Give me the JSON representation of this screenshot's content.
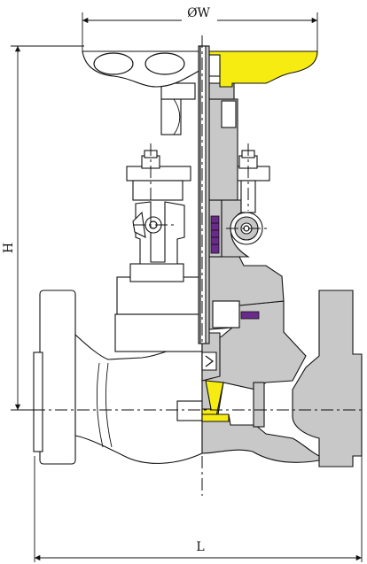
{
  "dimensions": {
    "width_label": "ØW",
    "height_label": "H",
    "length_label": "L"
  },
  "colors": {
    "body_section": "#c8c8c8",
    "handwheel_section": "#f7ec12",
    "packing": "#6a2a8c",
    "outline": "#111111"
  }
}
